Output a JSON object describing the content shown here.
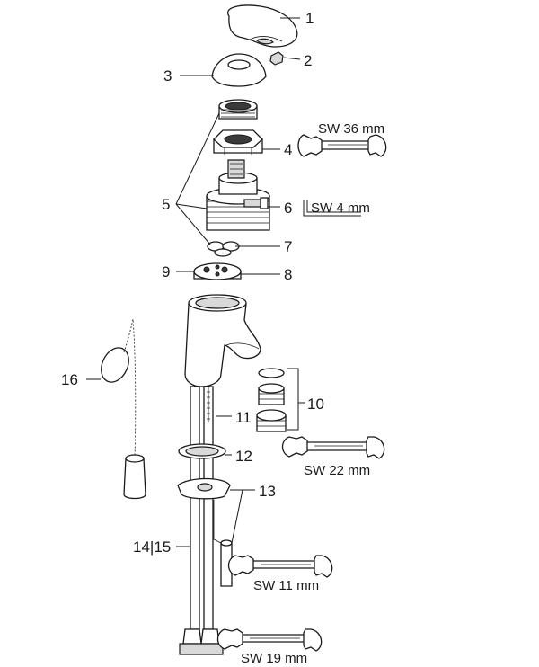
{
  "diagram": {
    "callouts": [
      {
        "id": "1",
        "label": "1"
      },
      {
        "id": "2",
        "label": "2"
      },
      {
        "id": "3",
        "label": "3"
      },
      {
        "id": "4",
        "label": "4"
      },
      {
        "id": "5",
        "label": "5"
      },
      {
        "id": "6",
        "label": "6"
      },
      {
        "id": "7",
        "label": "7"
      },
      {
        "id": "8",
        "label": "8"
      },
      {
        "id": "9",
        "label": "9"
      },
      {
        "id": "10",
        "label": "10"
      },
      {
        "id": "11",
        "label": "11"
      },
      {
        "id": "12",
        "label": "12"
      },
      {
        "id": "13",
        "label": "13"
      },
      {
        "id": "14_15",
        "label": "14|15"
      },
      {
        "id": "16",
        "label": "16"
      }
    ],
    "tools": [
      {
        "id": "sw36",
        "label": "SW 36 mm"
      },
      {
        "id": "sw4",
        "label": "SW 4 mm"
      },
      {
        "id": "sw22",
        "label": "SW 22 mm"
      },
      {
        "id": "sw11",
        "label": "SW 11 mm"
      },
      {
        "id": "sw19",
        "label": "SW 19 mm"
      }
    ]
  }
}
